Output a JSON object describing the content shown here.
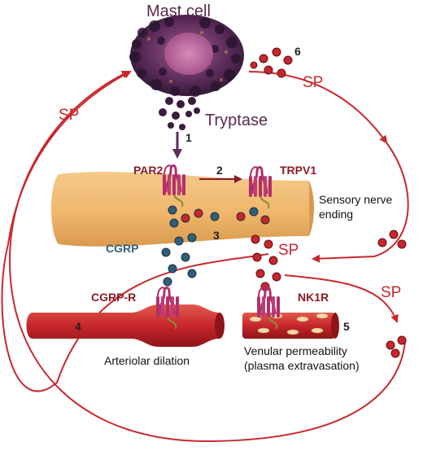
{
  "labels": {
    "mast_cell": "Mast cell",
    "tryptase": "Tryptase",
    "par2": "PAR2",
    "trpv1": "TRPV1",
    "nerve_line1": "Sensory nerve",
    "nerve_line2": "ending",
    "cgrp": "CGRP",
    "cgrp_r": "CGRP-R",
    "nk1r": "NK1R",
    "arteriolar": "Arteriolar dilation",
    "venular_line1": "Venular permeability",
    "venular_line2": "(plasma extravasation)",
    "sp_left": "SP",
    "sp_top_right": "SP",
    "sp_mid": "SP",
    "sp_right": "SP"
  },
  "steps": {
    "n1": "1",
    "n2": "2",
    "n3": "3",
    "n4": "4",
    "n5": "5",
    "n6": "6"
  },
  "colors": {
    "nerve": "#efb76c",
    "vessel": "#c8262b",
    "sp_red": "#c8282d",
    "cgrp_blue": "#2f5f7c",
    "mast_purple": "#5c2c5a",
    "receptor": "#b0306a"
  }
}
